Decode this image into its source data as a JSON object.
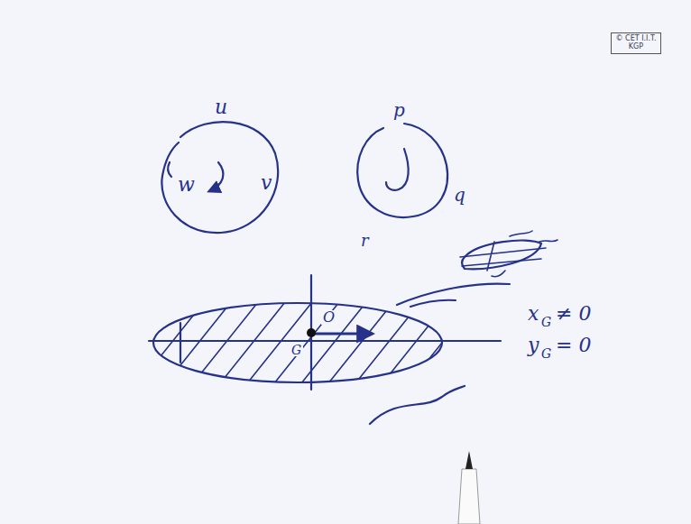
{
  "diagram": {
    "labels": [
      "© CET I.I.T. KGP",
      "u",
      "w",
      "v",
      "p",
      "q",
      "r",
      "O",
      "G",
      "x",
      "G",
      "≠ 0",
      "y",
      "G",
      "= 0"
    ]
  }
}
